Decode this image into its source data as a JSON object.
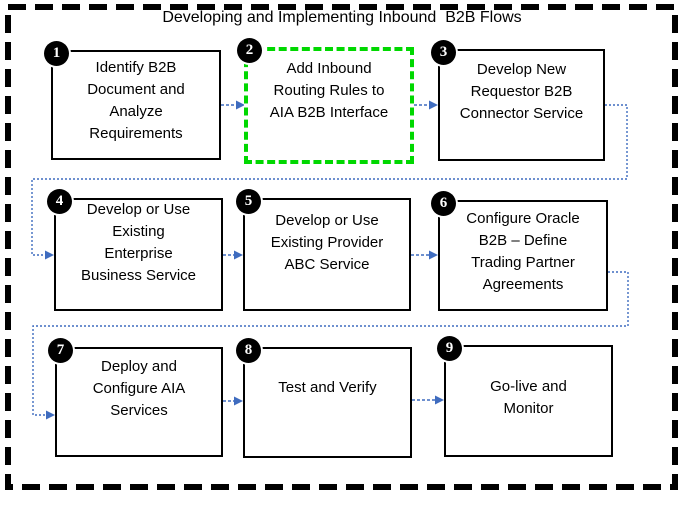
{
  "title": "Developing and Implementing Inbound  B2B Flows",
  "colors": {
    "connector_blue": "#3f6cbf",
    "highlight_green": "#00d800",
    "box_border": "#000000",
    "badge_background": "#000000",
    "badge_text": "#ffffff",
    "background": "#ffffff"
  },
  "steps": [
    {
      "number": "1",
      "label": "Identify B2B\nDocument and\nAnalyze\nRequirements",
      "highlighted": false
    },
    {
      "number": "2",
      "label": "Add Inbound\nRouting Rules to\nAIA B2B Interface",
      "highlighted": true
    },
    {
      "number": "3",
      "label": "Develop New\nRequestor B2B\nConnector Service",
      "highlighted": false
    },
    {
      "number": "4",
      "label": "Develop or Use\nExisting\nEnterprise\nBusiness Service",
      "highlighted": false
    },
    {
      "number": "5",
      "label": "Develop or Use\nExisting Provider\nABC Service",
      "highlighted": false
    },
    {
      "number": "6",
      "label": "Configure Oracle\nB2B – Define\nTrading Partner\nAgreements",
      "highlighted": false
    },
    {
      "number": "7",
      "label": "Deploy and\nConfigure AIA\nServices",
      "highlighted": false
    },
    {
      "number": "8",
      "label": "Test and Verify",
      "highlighted": false
    },
    {
      "number": "9",
      "label": "Go-live and\nMonitor",
      "highlighted": false
    }
  ]
}
